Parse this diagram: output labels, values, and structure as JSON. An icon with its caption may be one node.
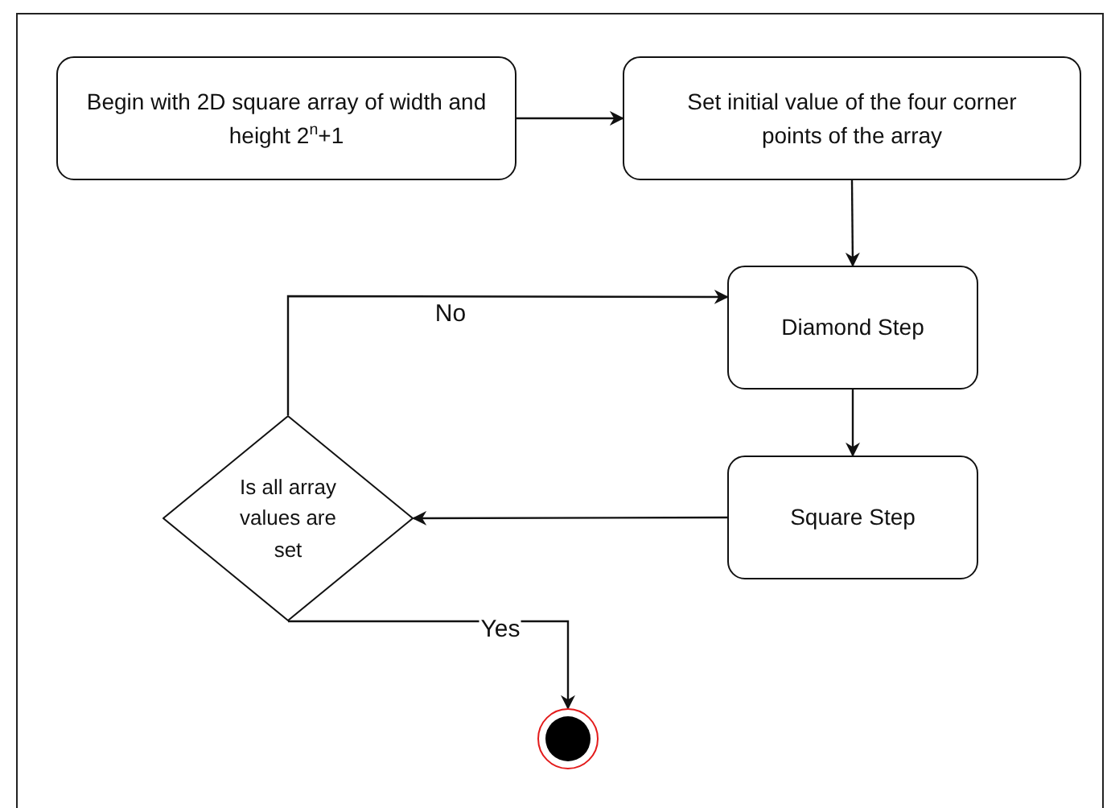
{
  "diagram": {
    "nodes": [
      {
        "text": [
          "Begin with 2D square array of width and height 2$^{n}$+1"
        ]
      },
      {
        "text": [
          "Set initial value of the four corner points of the array"
        ]
      },
      {
        "text": [
          "Diamond Step"
        ]
      },
      {
        "text": [
          "Square Step"
        ]
      },
      {
        "text": [
          "Is all array values are set"
        ]
      },
      {
        "text": [],
        "shape": "circle"
      }
    ],
    "edges": [
      {
        "from": 0,
        "to": 1,
        "arrow": "to"
      },
      {
        "from": 1,
        "to": 2,
        "arrow": "to"
      },
      {
        "from": 2,
        "to": 3,
        "arrow": "to"
      },
      {
        "from": 3,
        "to": 4,
        "arrow": "to"
      },
      {
        "from": 4,
        "to": 2,
        "arrow": "to",
        "label": "No"
      },
      {
        "from": 4,
        "to": 5,
        "arrow": "to",
        "label": "Yes"
      }
    ]
  }
}
